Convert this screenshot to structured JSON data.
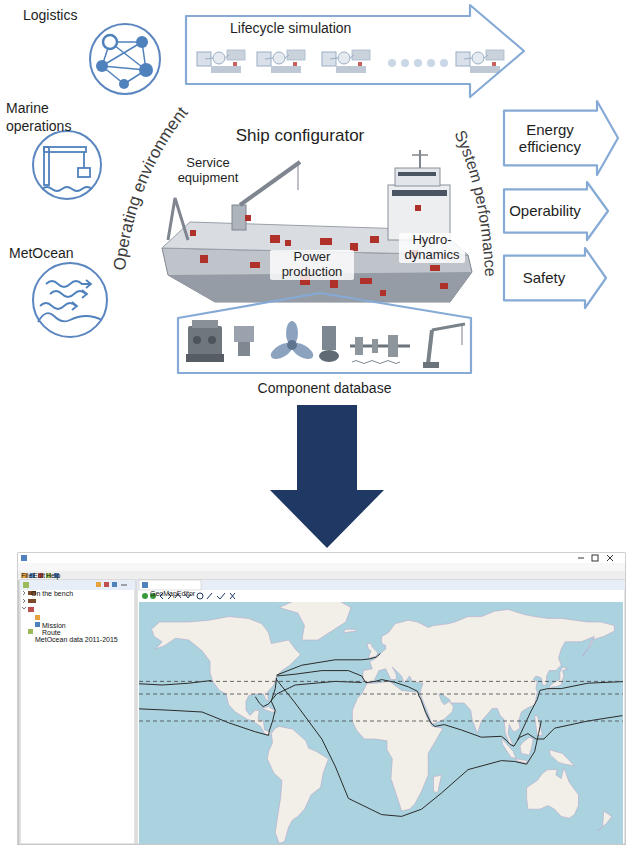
{
  "diagram": {
    "nodes": [
      {
        "text": [
          "Logistics"
        ]
      },
      {
        "text": [
          "Lifecycle simulation"
        ]
      },
      {
        "text": [
          "Marine operations"
        ]
      },
      {
        "text": [
          "Energy efficiency"
        ]
      },
      {
        "text": [
          "Operability"
        ]
      },
      {
        "text": [
          "Safety"
        ]
      },
      {
        "text": [
          "MetOcean"
        ]
      },
      {
        "text": [
          "Component database"
        ]
      }
    ],
    "labels": [
      "Ship configurator",
      "Operating environment",
      "System performance",
      "Service equipment",
      "Power production",
      "Hydro-dynamics",
      "File",
      "Edit",
      "Help",
      "On the bench",
      "Mission",
      "Route",
      "MetOcean data 2011-2015",
      "GeoMapEditor"
    ]
  }
}
